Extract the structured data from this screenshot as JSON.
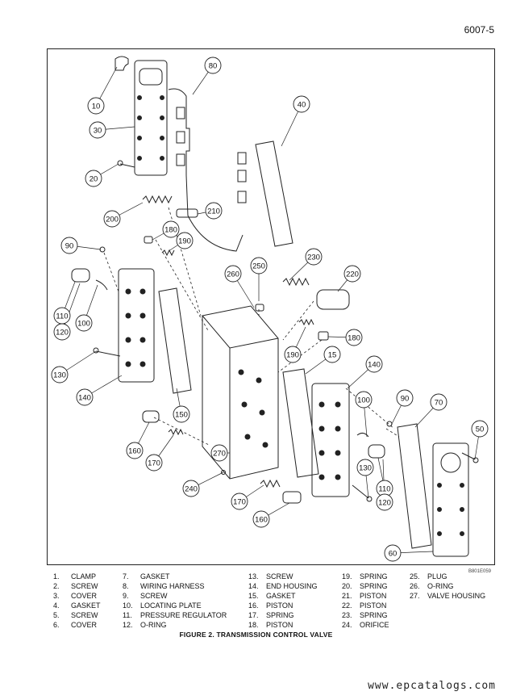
{
  "page_number": "6007-5",
  "figure": {
    "code": "B801E059",
    "callouts": [
      {
        "id": "c10a",
        "label": "10"
      },
      {
        "id": "c30a",
        "label": "30"
      },
      {
        "id": "c80",
        "label": "80"
      },
      {
        "id": "c40",
        "label": "40"
      },
      {
        "id": "c20a",
        "label": "20"
      },
      {
        "id": "c200",
        "label": "200"
      },
      {
        "id": "c210",
        "label": "210"
      },
      {
        "id": "c180a",
        "label": "180"
      },
      {
        "id": "c190a",
        "label": "190"
      },
      {
        "id": "c90a",
        "label": "90"
      },
      {
        "id": "c260",
        "label": "260"
      },
      {
        "id": "c250",
        "label": "250"
      },
      {
        "id": "c230",
        "label": "230"
      },
      {
        "id": "c220",
        "label": "220"
      },
      {
        "id": "c110a",
        "label": "110"
      },
      {
        "id": "c120a",
        "label": "120"
      },
      {
        "id": "c100a",
        "label": "100"
      },
      {
        "id": "c180b",
        "label": "180"
      },
      {
        "id": "c190b",
        "label": "190"
      },
      {
        "id": "c15a",
        "label": "15"
      },
      {
        "id": "c130a",
        "label": "130"
      },
      {
        "id": "c140a",
        "label": "140"
      },
      {
        "id": "c140b",
        "label": "140"
      },
      {
        "id": "c100b",
        "label": "100"
      },
      {
        "id": "c90b",
        "label": "90"
      },
      {
        "id": "c70",
        "label": "70"
      },
      {
        "id": "c150",
        "label": "150"
      },
      {
        "id": "c50",
        "label": "50"
      },
      {
        "id": "c160a",
        "label": "160"
      },
      {
        "id": "c270",
        "label": "270"
      },
      {
        "id": "c170a",
        "label": "170"
      },
      {
        "id": "c130b",
        "label": "130"
      },
      {
        "id": "c240",
        "label": "240"
      },
      {
        "id": "c110b",
        "label": "110"
      },
      {
        "id": "c170b",
        "label": "170"
      },
      {
        "id": "c120b",
        "label": "120"
      },
      {
        "id": "c160b",
        "label": "160"
      },
      {
        "id": "c60",
        "label": "60"
      }
    ]
  },
  "legend": {
    "columns": [
      [
        {
          "num": "1.",
          "name": "CLAMP"
        },
        {
          "num": "2.",
          "name": "SCREW"
        },
        {
          "num": "3.",
          "name": "COVER"
        },
        {
          "num": "4.",
          "name": "GASKET"
        },
        {
          "num": "5.",
          "name": "SCREW"
        },
        {
          "num": "6.",
          "name": "COVER"
        }
      ],
      [
        {
          "num": "7.",
          "name": "GASKET"
        },
        {
          "num": "8.",
          "name": "WIRING HARNESS"
        },
        {
          "num": "9.",
          "name": "SCREW"
        },
        {
          "num": "10.",
          "name": "LOCATING PLATE"
        },
        {
          "num": "11.",
          "name": "PRESSURE REGULATOR"
        },
        {
          "num": "12.",
          "name": "O-RING"
        }
      ],
      [
        {
          "num": "13.",
          "name": "SCREW"
        },
        {
          "num": "14.",
          "name": "END HOUSING"
        },
        {
          "num": "15.",
          "name": "GASKET"
        },
        {
          "num": "16.",
          "name": "PISTON"
        },
        {
          "num": "17.",
          "name": "SPRING"
        },
        {
          "num": "18.",
          "name": "PISTON"
        }
      ],
      [
        {
          "num": "19.",
          "name": "SPRING"
        },
        {
          "num": "20.",
          "name": "SPRING"
        },
        {
          "num": "21.",
          "name": "PISTON"
        },
        {
          "num": "22.",
          "name": "PISTON"
        },
        {
          "num": "23.",
          "name": "SPRING"
        },
        {
          "num": "24.",
          "name": "ORIFICE"
        }
      ],
      [
        {
          "num": "25.",
          "name": "PLUG"
        },
        {
          "num": "26.",
          "name": "O-RING"
        },
        {
          "num": "27.",
          "name": "VALVE HOUSING"
        }
      ]
    ]
  },
  "caption": "FIGURE 2. TRANSMISSION CONTROL VALVE",
  "footer_url": "www.epcatalogs.com"
}
